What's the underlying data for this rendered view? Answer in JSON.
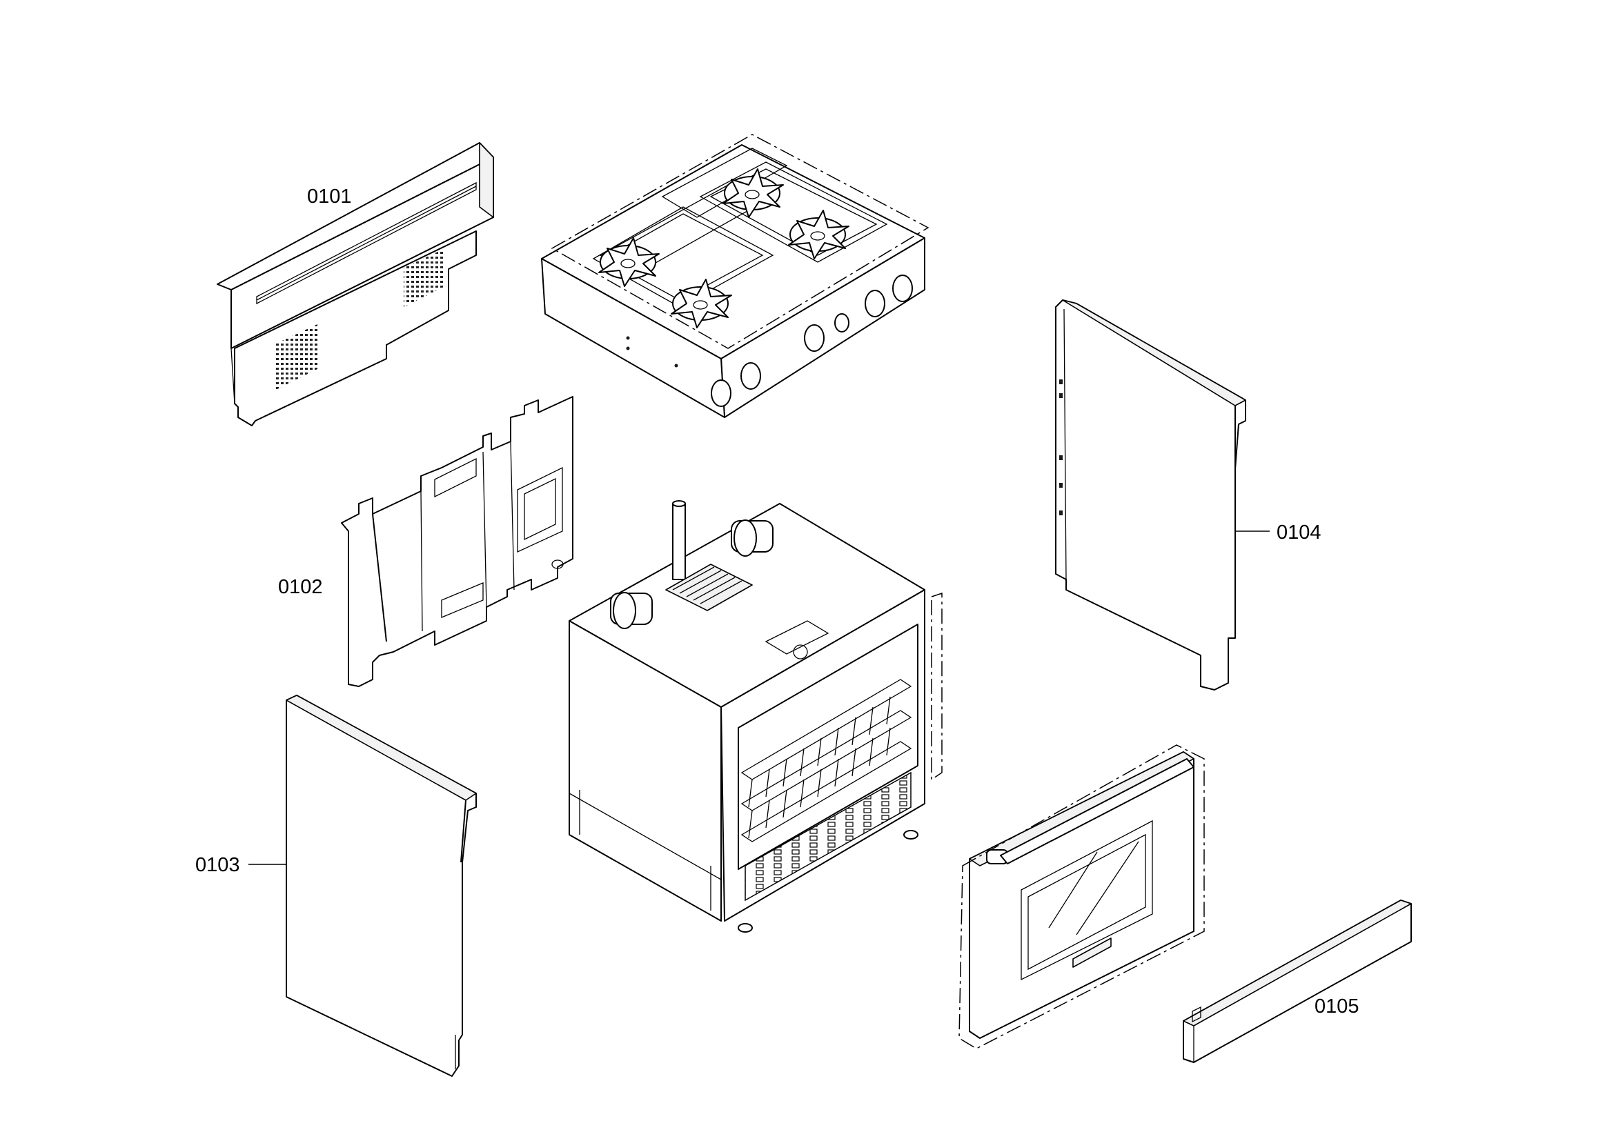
{
  "parts": [
    {
      "id": "backguard",
      "label": "0101"
    },
    {
      "id": "rear-panel",
      "label": "0102"
    },
    {
      "id": "left-side-panel",
      "label": "0103"
    },
    {
      "id": "right-side-panel",
      "label": "0104"
    },
    {
      "id": "kick-panel",
      "label": "0105"
    }
  ]
}
